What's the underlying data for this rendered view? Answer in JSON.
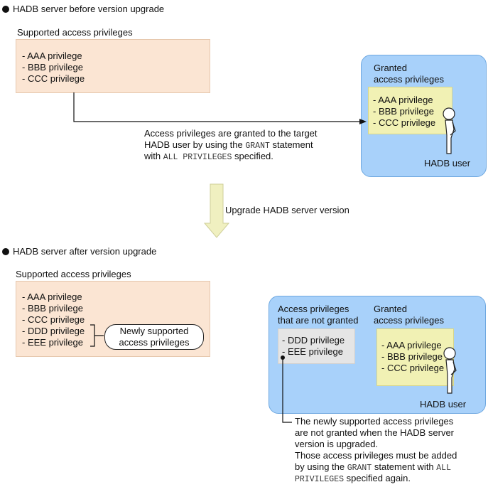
{
  "before": {
    "heading": "HADB server before version upgrade",
    "supported_title": "Supported access privileges",
    "supported_items": [
      "- AAA privilege",
      "- BBB privilege",
      "- CCC privilege"
    ],
    "granted_title_line1": "Granted",
    "granted_title_line2": "access privileges",
    "granted_items": [
      "- AAA privilege",
      "- BBB privilege",
      "- CCC privilege"
    ],
    "user_label": "HADB user",
    "note_line1": "Access privileges are granted to the target",
    "note_line2_a": "HADB user by using the ",
    "note_line2_code": "GRANT",
    "note_line2_b": " statement",
    "note_line3_a": "with ",
    "note_line3_code": "ALL PRIVILEGES",
    "note_line3_b": " specified."
  },
  "upgrade_label": "Upgrade HADB server version",
  "after": {
    "heading": "HADB server after version upgrade",
    "supported_title": "Supported access privileges",
    "supported_items": [
      "- AAA privilege",
      "- BBB privilege",
      "- CCC privilege",
      "- DDD privilege",
      "- EEE privilege"
    ],
    "newly_line1": "Newly supported",
    "newly_line2": "access privileges",
    "not_granted_title_line1": "Access privileges",
    "not_granted_title_line2": "that are not granted",
    "not_granted_items": [
      "- DDD privilege",
      "- EEE privilege"
    ],
    "granted_title_line1": "Granted",
    "granted_title_line2": "access privileges",
    "granted_items": [
      "- AAA privilege",
      "- BBB privilege",
      "- CCC privilege"
    ],
    "user_label": "HADB user",
    "note_line1": "The newly supported access privileges",
    "note_line2": "are not granted when the HADB server",
    "note_line3": "version is upgraded.",
    "note_line4": "Those access privileges must be added",
    "note_line5_a": "by using the ",
    "note_line5_code": "GRANT",
    "note_line5_b": " statement with ",
    "note_line5_code2": "ALL",
    "note_line6_code": "PRIVILEGES",
    "note_line6_b": " specified again."
  },
  "colors": {
    "supported_box": "#fbe5d3",
    "user_panel": "#a8d1fa",
    "granted_box": "#f1f1b4",
    "not_granted_box": "#e5e5e5",
    "upgrade_arrow": "#f0f0c0"
  }
}
